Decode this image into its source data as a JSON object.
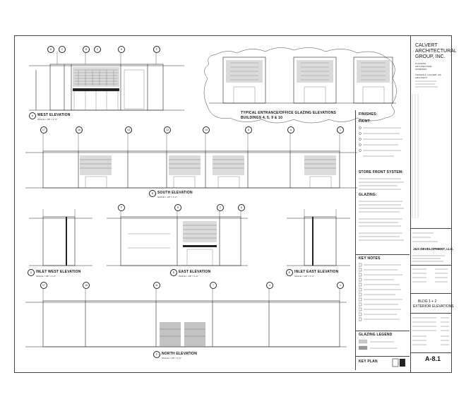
{
  "firm": {
    "name_line1": "CALVERT",
    "name_line2": "ARCHITECTURAL",
    "name_line3": "GROUP, INC.",
    "services": [
      "PLANNING",
      "ARCHITECTURE",
      "INTERIORS"
    ],
    "principal": "THOMAS A. CALVERT, AIA",
    "principal_title": "ARCHITECT"
  },
  "project": {
    "client": "J&S DEVELOPMENT, LLC.",
    "sheet_title_line1": "BLDG 1 + 2",
    "sheet_title_line2": "EXTERIOR ELEVATIONS",
    "sheet_number": "A-8.1"
  },
  "views": {
    "west": {
      "title": "WEST ELEVATION",
      "scale": "SCALE = 1/8\" = 1'-0\"",
      "tag": "A"
    },
    "typical": {
      "title_line1": "TYPICAL ENTRANCE/OFFICE GLAZING ELEVATIONS",
      "title_line2": "BUILDINGS 4, 5, 9 & 10"
    },
    "south": {
      "title": "SOUTH ELEVATION",
      "scale": "SCALE = 1/8\" = 1'-0\"",
      "tag": "B"
    },
    "inlet_west": {
      "title": "INLET WEST ELEVATION",
      "scale": "SCALE = 1/8\" = 1'-0\"",
      "tag": "C"
    },
    "east": {
      "title": "EAST ELEVATION",
      "scale": "SCALE = 1/8\" = 1'-0\"",
      "tag": "D"
    },
    "inlet_east": {
      "title": "INLET EAST ELEVATION",
      "scale": "SCALE = 1/8\" = 1'-0\"",
      "tag": "E"
    },
    "north": {
      "title": "NORTH ELEVATION",
      "scale": "SCALE = 1/8\" = 1'-0\"",
      "tag": "F"
    }
  },
  "notes": {
    "finishes": "FINISHES:",
    "paint": "PAINT:",
    "storefront": "STORE FRONT SYSTEM:",
    "glazing": "GLAZING:",
    "key_notes": "KEY NOTES",
    "glazing_legend": "GLAZING LEGEND",
    "key_plan": "KEY PLAN"
  }
}
